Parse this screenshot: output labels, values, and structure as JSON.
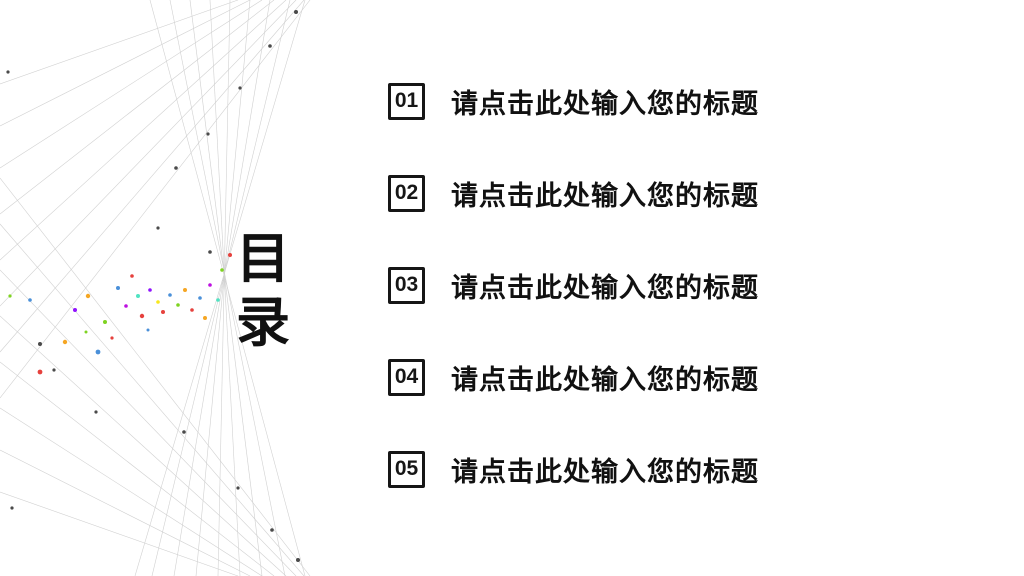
{
  "slide": {
    "toc_title": "目录",
    "accent_text_color": "#111111",
    "background_color": "#ffffff",
    "items": [
      {
        "number": "01",
        "title": "请点击此处输入您的标题"
      },
      {
        "number": "02",
        "title": "请点击此处输入您的标题"
      },
      {
        "number": "03",
        "title": "请点击此处输入您的标题"
      },
      {
        "number": "04",
        "title": "请点击此处输入您的标题"
      },
      {
        "number": "05",
        "title": "请点击此处输入您的标题"
      }
    ]
  }
}
